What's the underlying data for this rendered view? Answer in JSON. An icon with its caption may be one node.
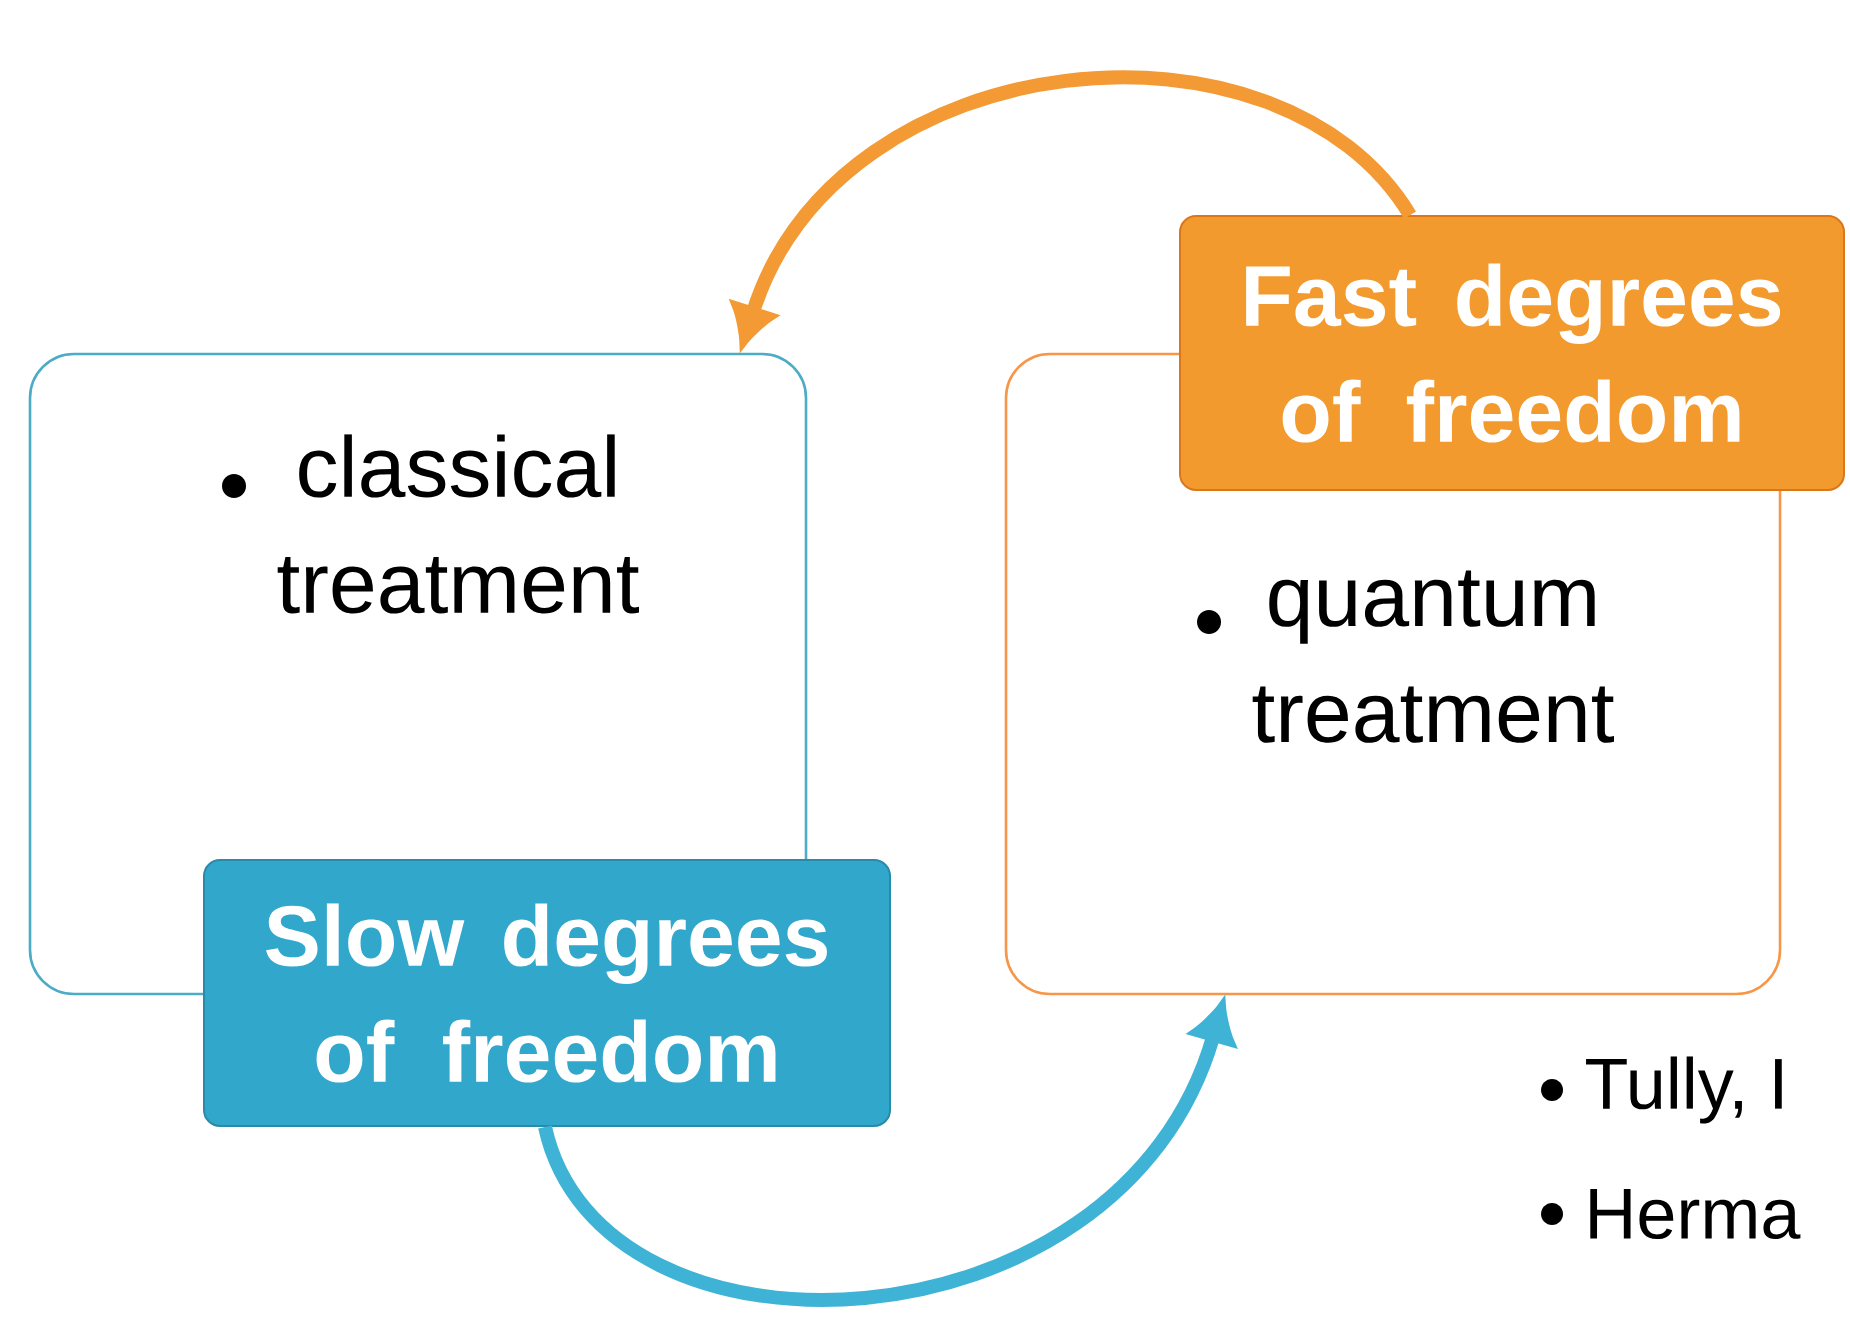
{
  "diagram": {
    "nodes": [
      {
        "text": [
          "classical treatment"
        ]
      },
      {
        "text": [
          "Slow degrees of freedom"
        ]
      },
      {
        "text": [
          "quantum treatment"
        ]
      },
      {
        "text": [
          "Fast degrees of freedom"
        ]
      }
    ],
    "edges": [
      {
        "from": 1,
        "to": 2,
        "arrow": "to",
        "color": "#3fb3d6"
      },
      {
        "from": 3,
        "to": 0,
        "arrow": "to",
        "color": "#f39a34"
      }
    ],
    "labels": [
      "Tully, I",
      "Herma"
    ]
  }
}
